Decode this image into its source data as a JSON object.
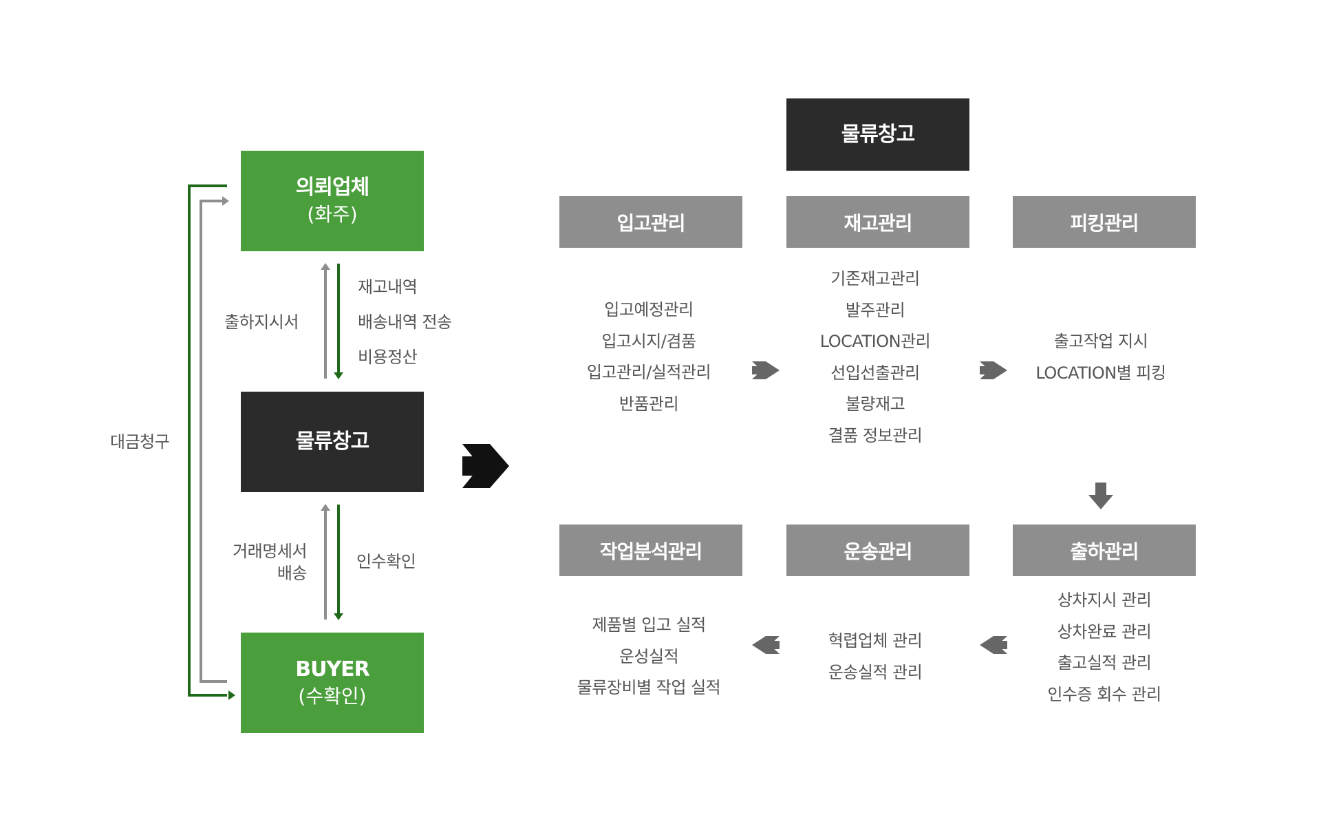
{
  "left": {
    "client": {
      "line1": "의뢰업체",
      "line2": "(화주)"
    },
    "warehouse": {
      "label": "물류창고"
    },
    "buyer": {
      "line1": "BUYER",
      "line2": "(수확인)"
    },
    "billing_label": "대금청구",
    "shipping_instruction_label": "출하지시서",
    "report_lines": [
      "재고내역",
      "배송내역 전송",
      "비용정산"
    ],
    "invoice_lines": [
      "거래명세서",
      "배송"
    ],
    "receipt_label": "인수확인"
  },
  "right": {
    "title": "물류창고",
    "modules": {
      "inbound": {
        "header": "입고관리",
        "items": [
          "입고예정관리",
          "입고시지/겸품",
          "입고관리/실적관리",
          "반품관리"
        ]
      },
      "inventory": {
        "header": "재고관리",
        "items": [
          "기존재고관리",
          "발주관리",
          "LOCATION관리",
          "선입선출관리",
          "불량재고",
          "결품 정보관리"
        ]
      },
      "picking": {
        "header": "피킹관리",
        "items": [
          "출고작업 지시",
          "LOCATION별 피킹"
        ]
      },
      "analysis": {
        "header": "작업분석관리",
        "items": [
          "제품별 입고 실적",
          "운성실적",
          "물류장비별 작업 실적"
        ]
      },
      "transport": {
        "header": "운송관리",
        "items": [
          "혁렵업체 관리",
          "운송실적 관리"
        ]
      },
      "shipping": {
        "header": "출하관리",
        "items": [
          "상차지시 관리",
          "상차완료 관리",
          "출고실적 관리",
          "인수증 회수 관리"
        ]
      }
    }
  },
  "colors": {
    "green": "#4a9e3b",
    "dark": "#2b2b2b",
    "gray_box": "#8e8e8e",
    "dark_green_line": "#1f6a1a",
    "gray_line": "#8e8e8e",
    "arrow": "#666666"
  }
}
